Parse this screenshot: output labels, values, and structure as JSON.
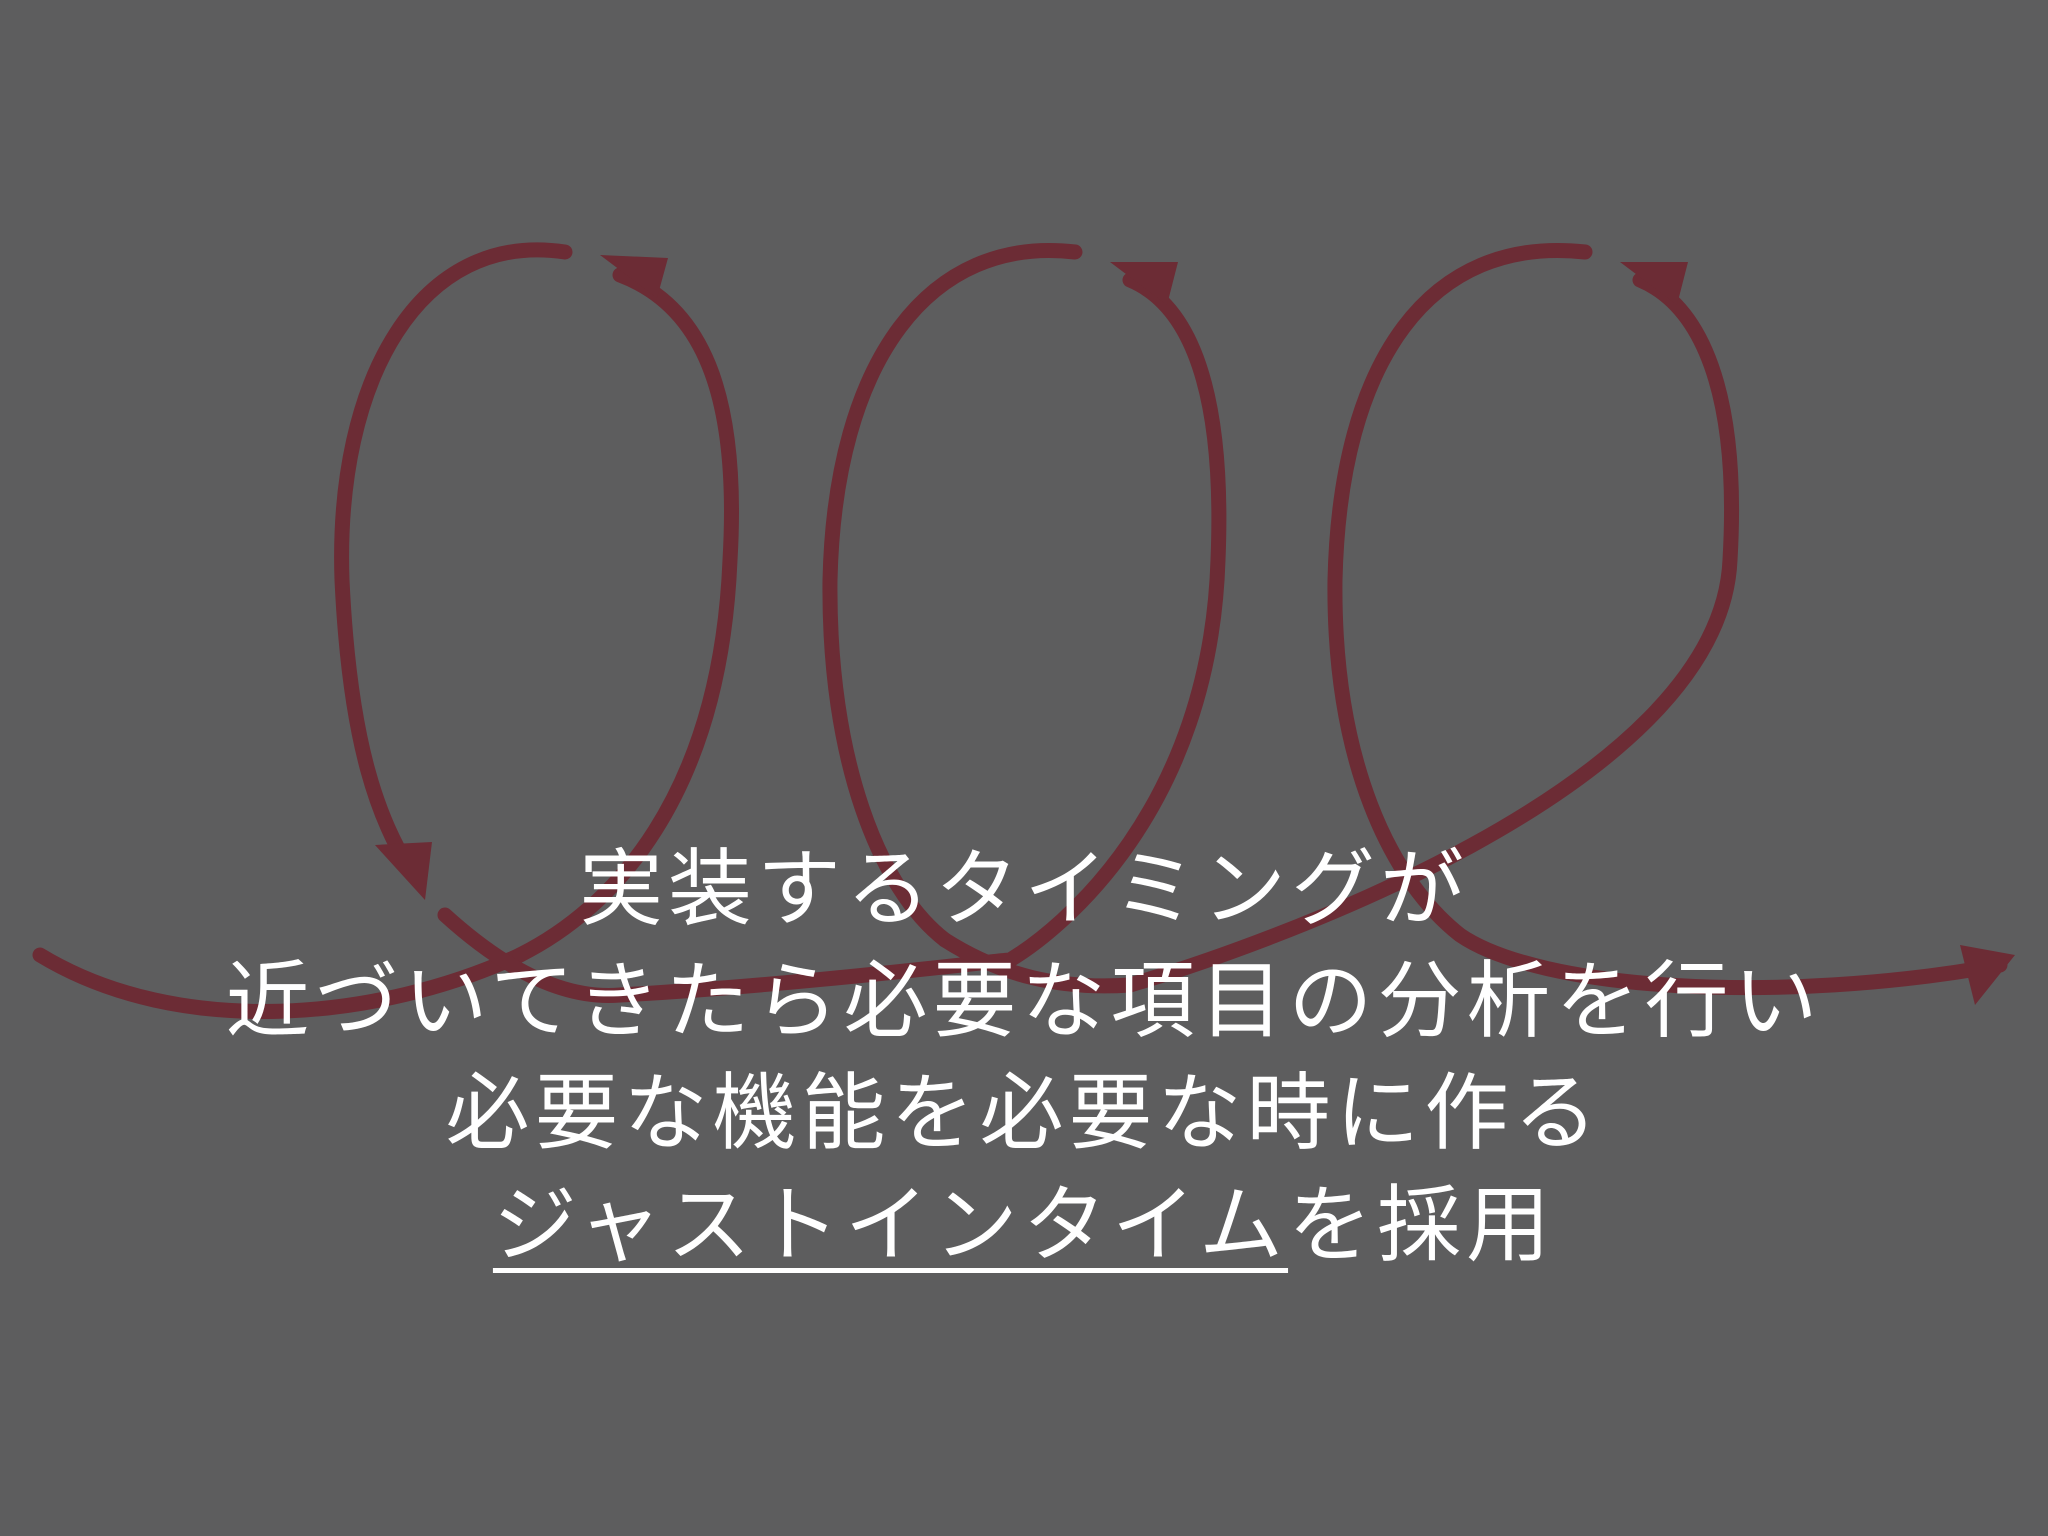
{
  "theme": {
    "background": "#5d5d5e",
    "arrow_color": "#6c2c35",
    "text_color": "#ffffff"
  },
  "diagram": {
    "type": "spiral-loop-arrow",
    "loops": 3,
    "icon": "spiral-arrow-icon"
  },
  "message": {
    "line1": "実装するタイミングが",
    "line2": "近づいてきたら必要な項目の分析を行い",
    "line3": "必要な機能を必要な時に作る",
    "line4_emphasis": "ジャストインタイム",
    "line4_rest": "を採用"
  }
}
